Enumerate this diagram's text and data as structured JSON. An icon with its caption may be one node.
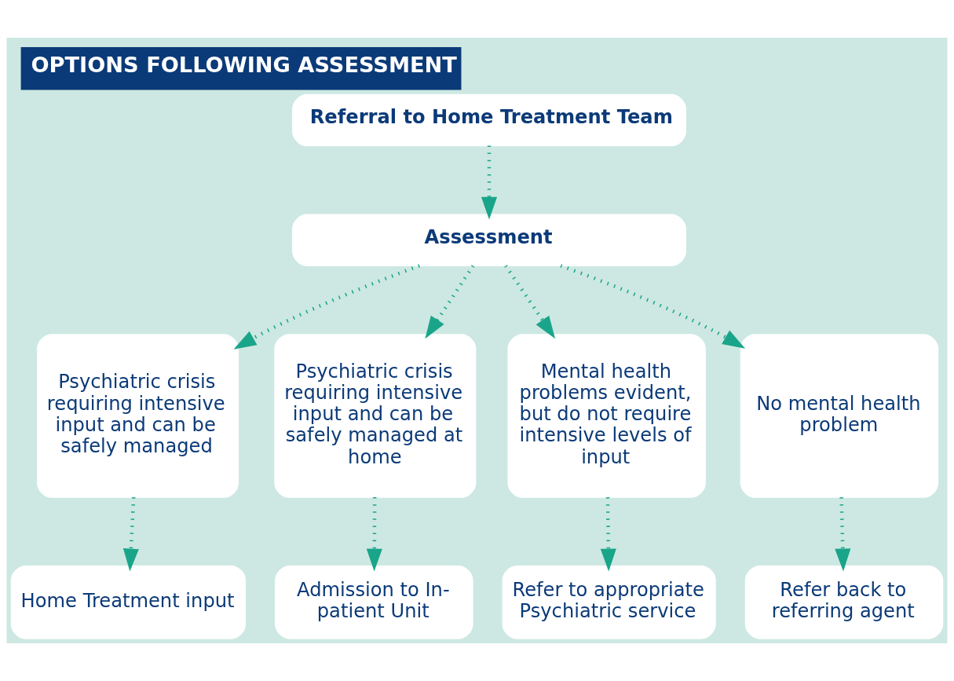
{
  "diagram": {
    "title": "OPTIONS FOLLOWING ASSESSMENT",
    "nodes": [
      {
        "text": [
          "Referral to Home Treatment Team"
        ]
      },
      {
        "text": [
          "Assessment"
        ]
      },
      {
        "text": [
          "Psychiatric crisis requiring intensive input and can be safely managed"
        ]
      },
      {
        "text": [
          "Psychiatric crisis requiring intensive input and can be safely managed at home"
        ]
      },
      {
        "text": [
          "Mental health problems evident, but do not require intensive levels of input"
        ]
      },
      {
        "text": [
          "No mental health problem"
        ]
      },
      {
        "text": [
          "Home Treatment input"
        ]
      },
      {
        "text": [
          "Admission to In-patient Unit"
        ]
      },
      {
        "text": [
          "Refer to appropriate Psychiatric service"
        ]
      },
      {
        "text": [
          "Refer back to referring agent"
        ]
      }
    ],
    "edges": [
      {
        "from": 0,
        "to": 1,
        "arrow": "to"
      },
      {
        "from": 1,
        "to": 2,
        "arrow": "to"
      },
      {
        "from": 1,
        "to": 3,
        "arrow": "to"
      },
      {
        "from": 1,
        "to": 4,
        "arrow": "to"
      },
      {
        "from": 1,
        "to": 5,
        "arrow": "to"
      },
      {
        "from": 2,
        "to": 6,
        "arrow": "to"
      },
      {
        "from": 3,
        "to": 7,
        "arrow": "to"
      },
      {
        "from": 4,
        "to": 8,
        "arrow": "to"
      },
      {
        "from": 5,
        "to": 9,
        "arrow": "to"
      }
    ]
  }
}
